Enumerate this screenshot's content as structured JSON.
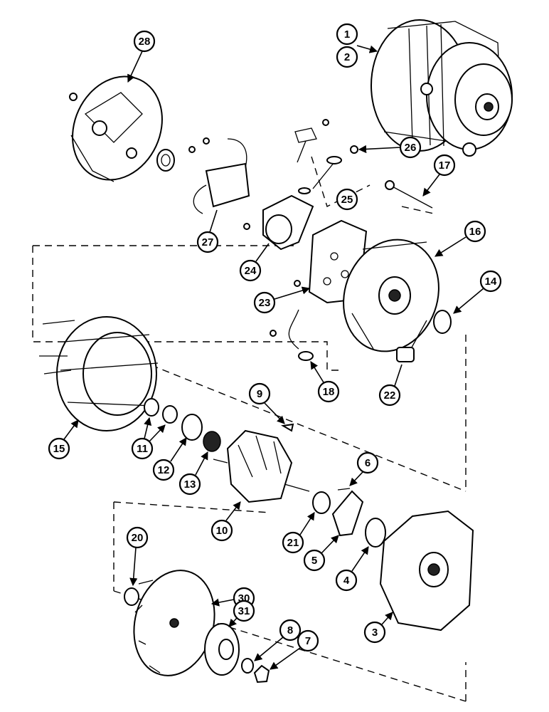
{
  "callouts": {
    "c1": "1",
    "c2": "2",
    "c3": "3",
    "c4": "4",
    "c5": "5",
    "c6": "6",
    "c7": "7",
    "c8": "8",
    "c9": "9",
    "c10": "10",
    "c11": "11",
    "c12": "12",
    "c13": "13",
    "c14": "14",
    "c15": "15",
    "c16": "16",
    "c17": "17",
    "c18": "18",
    "c20": "20",
    "c21": "21",
    "c22": "22",
    "c23": "23",
    "c24": "24",
    "c25": "25",
    "c26": "26",
    "c27": "27",
    "c28": "28",
    "c30": "30",
    "c31": "31"
  }
}
